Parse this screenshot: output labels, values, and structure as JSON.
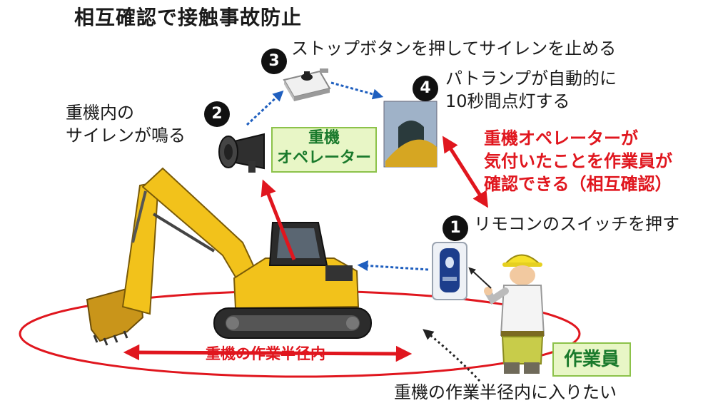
{
  "title": "相互確認で接触事故防止",
  "steps": {
    "step1": {
      "number": "1",
      "text": "リモコンのスイッチを押す"
    },
    "step2": {
      "number": "2",
      "line1": "重機内の",
      "line2": "サイレンが鳴る"
    },
    "step3": {
      "number": "3",
      "text": "ストップボタンを押してサイレンを止める"
    },
    "step4": {
      "number": "4",
      "line1": "パトランプが自動的に",
      "line2": "10秒間点灯する"
    }
  },
  "operator_label": {
    "line1": "重機",
    "line2": "オペレーター"
  },
  "worker_label": "作業員",
  "confirmation": {
    "line1": "重機オペレーターが",
    "line2": "気付いたことを作業員が",
    "line3": "確認できる（相互確認）"
  },
  "radius_label": "重機の作業半径内",
  "enter_label": "重機の作業半径内に入りたい",
  "colors": {
    "accent_red": "#e0161e",
    "arrow_blue": "#1f5fbf",
    "excavator_yellow": "#f2c21b",
    "box_green_fill": "#e8f6c6",
    "box_green_border": "#8cc24a",
    "box_green_text": "#1a7a2c"
  }
}
